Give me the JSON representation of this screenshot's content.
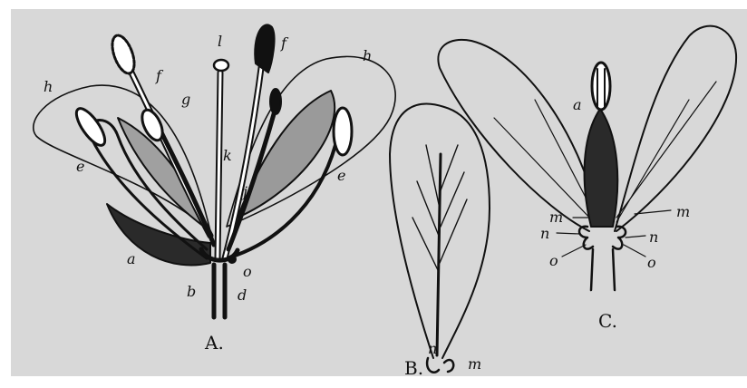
{
  "figure": {
    "captions": {
      "a": "A.",
      "b": "B.",
      "c": "C."
    },
    "fig_a_labels": {
      "h_left": "h",
      "h_right": "h",
      "l": "l",
      "f_top": "f",
      "f_mid": "f",
      "g": "g",
      "k": "k",
      "j": "j",
      "e_left": "e",
      "e_right": "e",
      "a": "a",
      "b": "b",
      "o": "o",
      "d": "d"
    },
    "fig_b_labels": {
      "n": "n",
      "m": "m"
    },
    "fig_c_labels": {
      "a": "a",
      "m_left": "m",
      "m_right": "m",
      "n_left": "n",
      "n_right": "n",
      "o_left": "o",
      "o_right": "o"
    }
  }
}
